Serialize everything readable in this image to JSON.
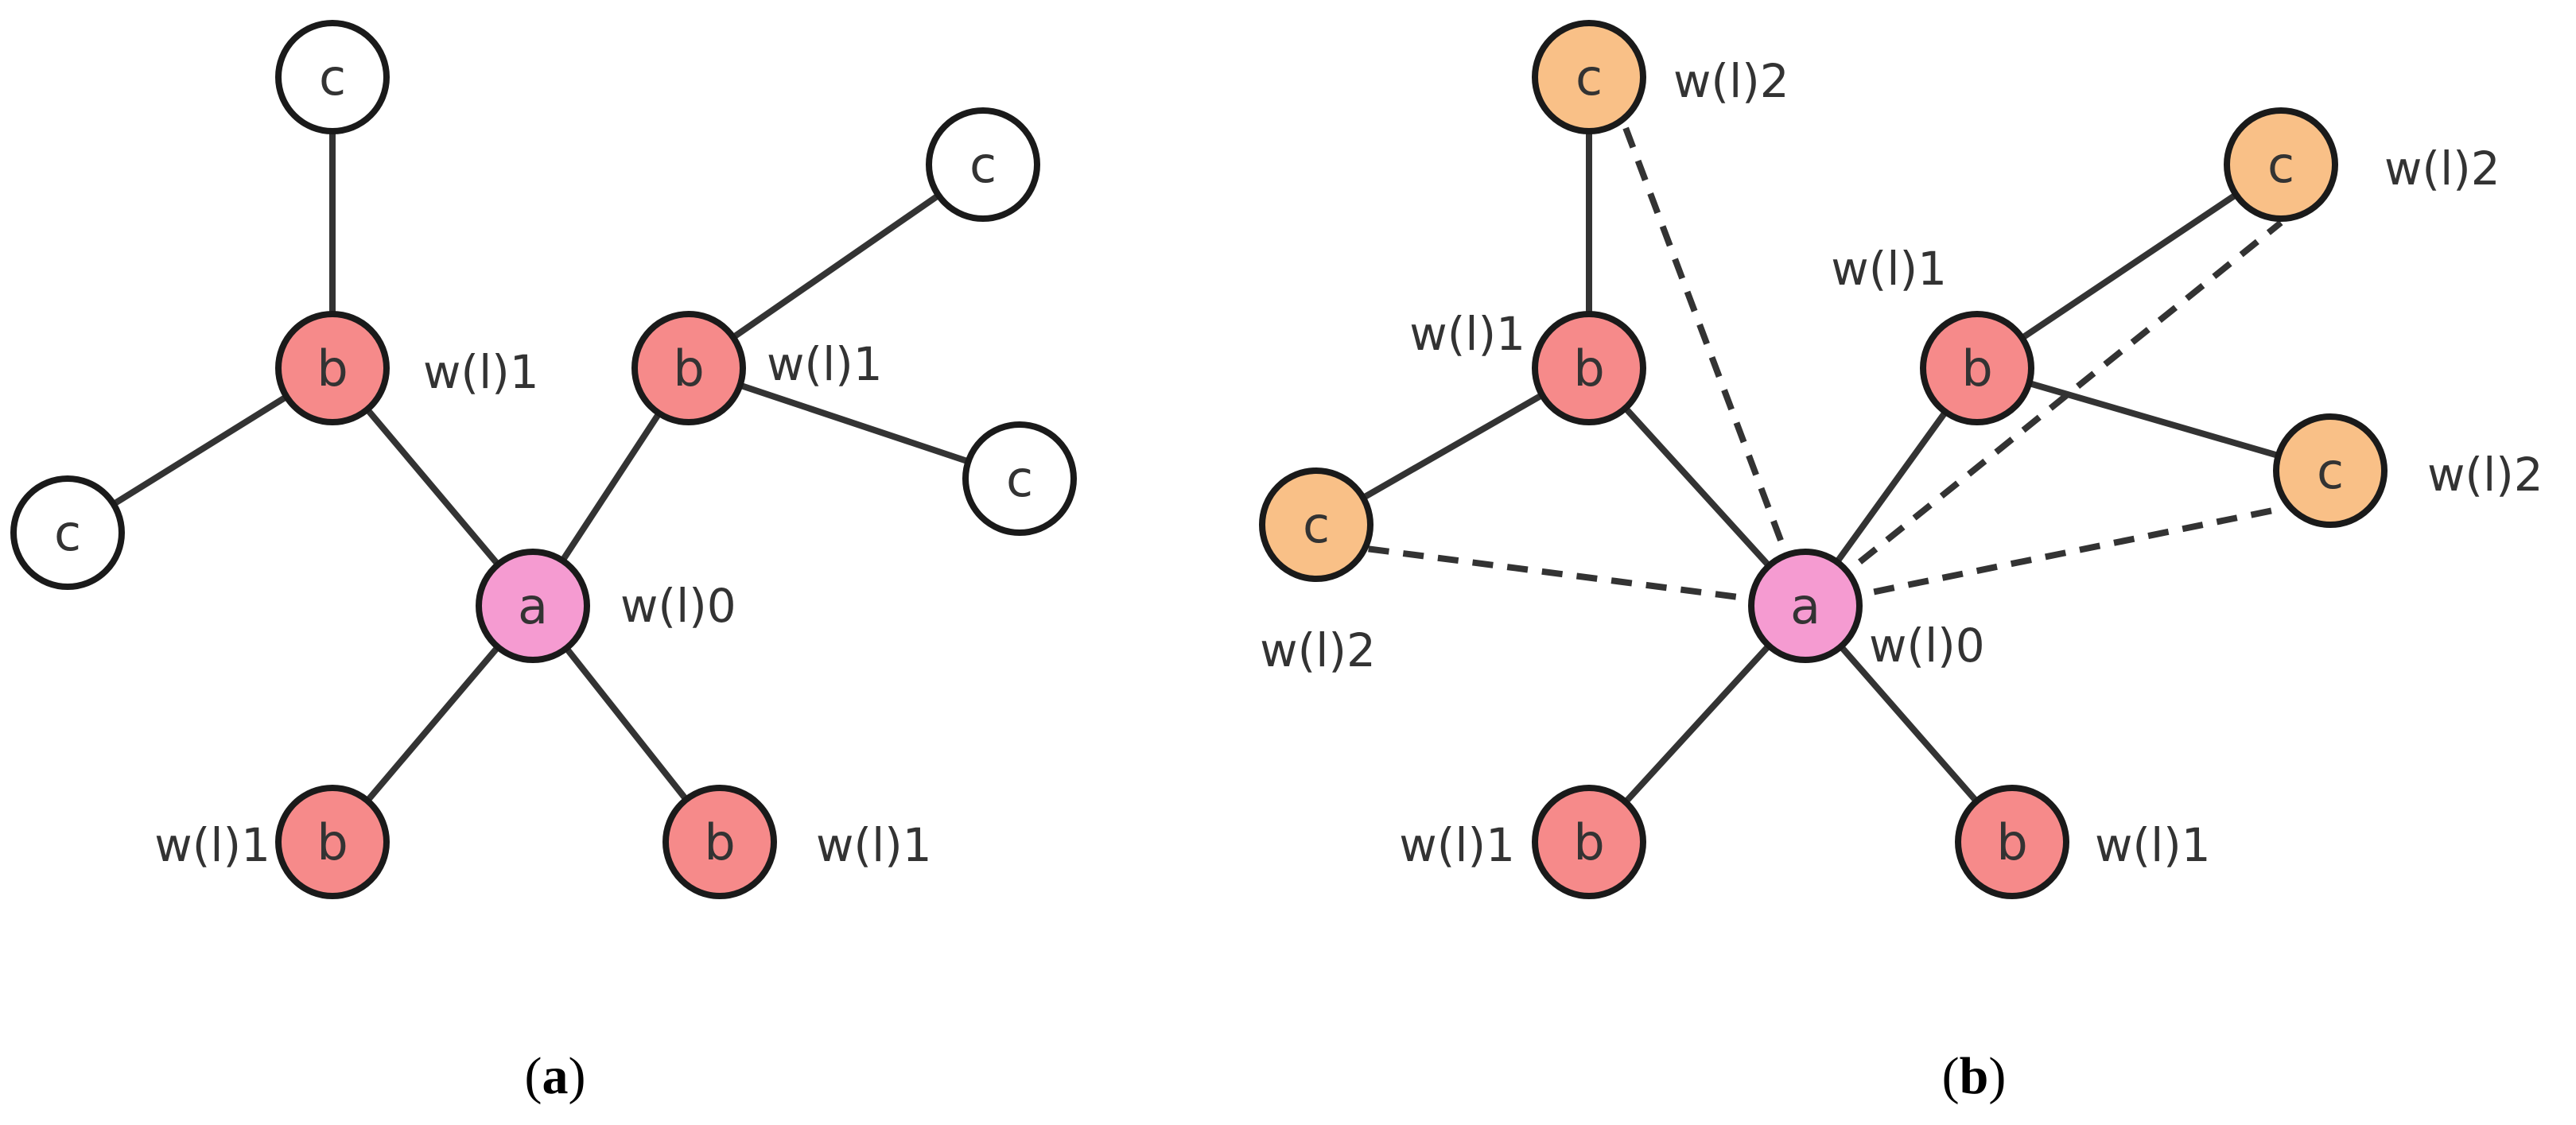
{
  "colors": {
    "node_a": "#f59bd1",
    "node_b": "#f68a8a",
    "node_c_plain": "#ffffff",
    "node_c_highlight": "#f9c087",
    "stroke": "#1a1a1a",
    "edge": "#333333"
  },
  "panels": [
    {
      "caption_open": "(",
      "caption_letter": "a",
      "caption_close": ")",
      "nodes": [
        {
          "letter": "c",
          "weight": "",
          "style": "c_plain"
        },
        {
          "letter": "c",
          "weight": "",
          "style": "c_plain"
        },
        {
          "letter": "b",
          "weight": "w(l)1",
          "style": "b"
        },
        {
          "letter": "b",
          "weight": "w(l)1",
          "style": "b"
        },
        {
          "letter": "c",
          "weight": "",
          "style": "c_plain"
        },
        {
          "letter": "c",
          "weight": "",
          "style": "c_plain"
        },
        {
          "letter": "a",
          "weight": "w(l)0",
          "style": "a"
        },
        {
          "letter": "b",
          "weight": "w(l)1",
          "style": "b"
        },
        {
          "letter": "b",
          "weight": "w(l)1",
          "style": "b"
        }
      ]
    },
    {
      "caption_open": "(",
      "caption_letter": "b",
      "caption_close": ")",
      "nodes": [
        {
          "letter": "c",
          "weight": "w(l)2",
          "style": "c_highlight"
        },
        {
          "letter": "c",
          "weight": "w(l)2",
          "style": "c_highlight"
        },
        {
          "letter": "b",
          "weight": "w(l)1",
          "style": "b"
        },
        {
          "letter": "b",
          "weight": "w(l)1",
          "style": "b"
        },
        {
          "letter": "c",
          "weight": "w(l)2",
          "style": "c_highlight"
        },
        {
          "letter": "c",
          "weight": "w(l)2",
          "style": "c_highlight"
        },
        {
          "letter": "a",
          "weight": "w(l)0",
          "style": "a"
        },
        {
          "letter": "b",
          "weight": "w(l)1",
          "style": "b"
        },
        {
          "letter": "b",
          "weight": "w(l)1",
          "style": "b"
        }
      ]
    }
  ]
}
